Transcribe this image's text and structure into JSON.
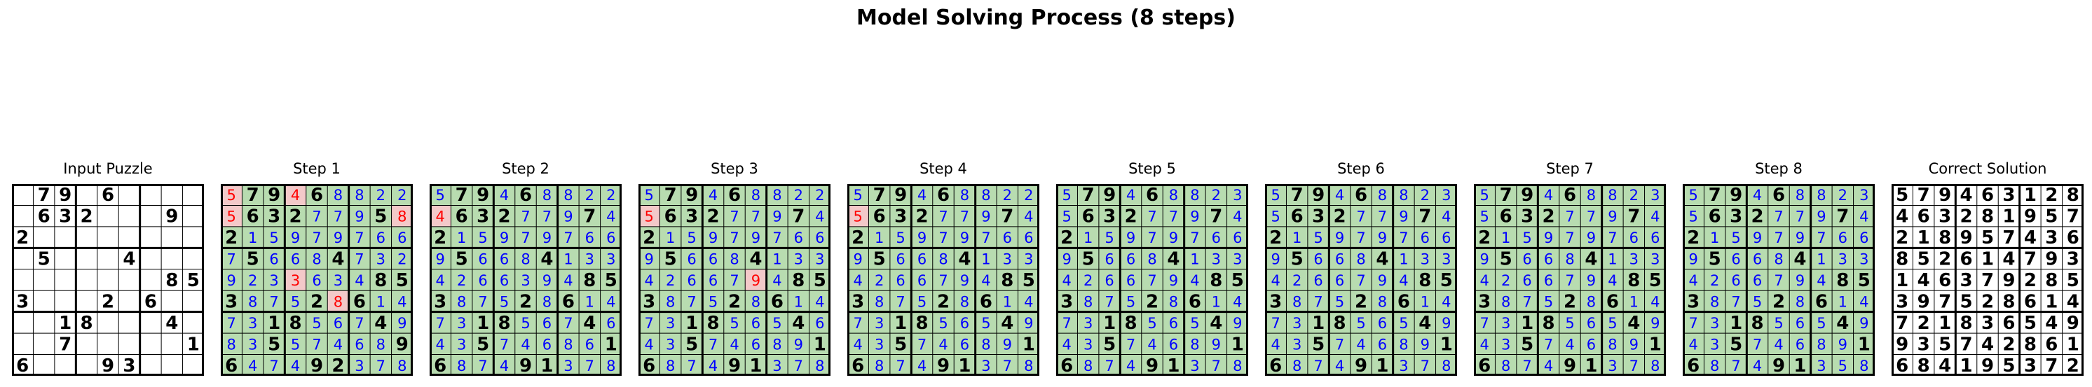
{
  "title": "Model Solving Process (8 steps)",
  "colors": {
    "given": "#000000",
    "correct": "#0000ff",
    "wrong": "#ff0000",
    "correct_fill": "#b8dcb0",
    "wrong_fill": "#f3c9c9",
    "grid": "#000000"
  },
  "panels": [
    {
      "label": "Input Puzzle",
      "kind": "input",
      "grid": [
        "079060000",
        "063200090",
        "200000000",
        "050004000",
        "000000085",
        "300020600",
        "001800040",
        "007000001",
        "600093000"
      ]
    },
    {
      "label": "Step 1",
      "kind": "step",
      "grid": [
        "579468822",
        "563277958",
        "215979766",
        "756684732",
        "923363485",
        "387528614",
        "731856749",
        "835574689",
        "647492378"
      ],
      "wrong": [
        [
          0,
          0
        ],
        [
          0,
          3
        ],
        [
          1,
          0
        ],
        [
          1,
          8
        ],
        [
          4,
          3
        ],
        [
          5,
          5
        ]
      ]
    },
    {
      "label": "Step 2",
      "kind": "step",
      "grid": [
        "579468822",
        "463277974",
        "215979766",
        "956684133",
        "426639485",
        "387528614",
        "731856746",
        "435746861",
        "687491378"
      ],
      "wrong": [
        [
          1,
          0
        ]
      ]
    },
    {
      "label": "Step 3",
      "kind": "step",
      "grid": [
        "579468822",
        "563277974",
        "215979766",
        "956684133",
        "426679485",
        "387528614",
        "731856546",
        "435746891",
        "687491378"
      ],
      "wrong": [
        [
          1,
          0
        ],
        [
          4,
          5
        ]
      ]
    },
    {
      "label": "Step 4",
      "kind": "step",
      "grid": [
        "579468822",
        "563277974",
        "215979766",
        "956684133",
        "426679485",
        "387528614",
        "731856549",
        "435746891",
        "687491378"
      ],
      "wrong": [
        [
          1,
          0
        ]
      ]
    },
    {
      "label": "Step 5",
      "kind": "step",
      "grid": [
        "579468823",
        "563277974",
        "215979766",
        "956684133",
        "426679485",
        "387528614",
        "731856549",
        "435746891",
        "687491378"
      ],
      "wrong": []
    },
    {
      "label": "Step 6",
      "kind": "step",
      "grid": [
        "579468823",
        "563277974",
        "215979766",
        "956684133",
        "426679485",
        "387528614",
        "731856549",
        "435746891",
        "687491378"
      ],
      "wrong": []
    },
    {
      "label": "Step 7",
      "kind": "step",
      "grid": [
        "579468823",
        "563277974",
        "215979766",
        "956684133",
        "426679485",
        "387528614",
        "731856549",
        "435746891",
        "687491378"
      ],
      "wrong": []
    },
    {
      "label": "Step 8",
      "kind": "step",
      "grid": [
        "579468823",
        "563277974",
        "215979766",
        "956684133",
        "426679485",
        "387528614",
        "731856549",
        "435746891",
        "687491358"
      ],
      "wrong": []
    },
    {
      "label": "Correct Solution",
      "kind": "solution",
      "grid": [
        "579463128",
        "463281957",
        "218957436",
        "852614793",
        "146379285",
        "397528614",
        "721836549",
        "935742861",
        "684195372"
      ]
    }
  ]
}
